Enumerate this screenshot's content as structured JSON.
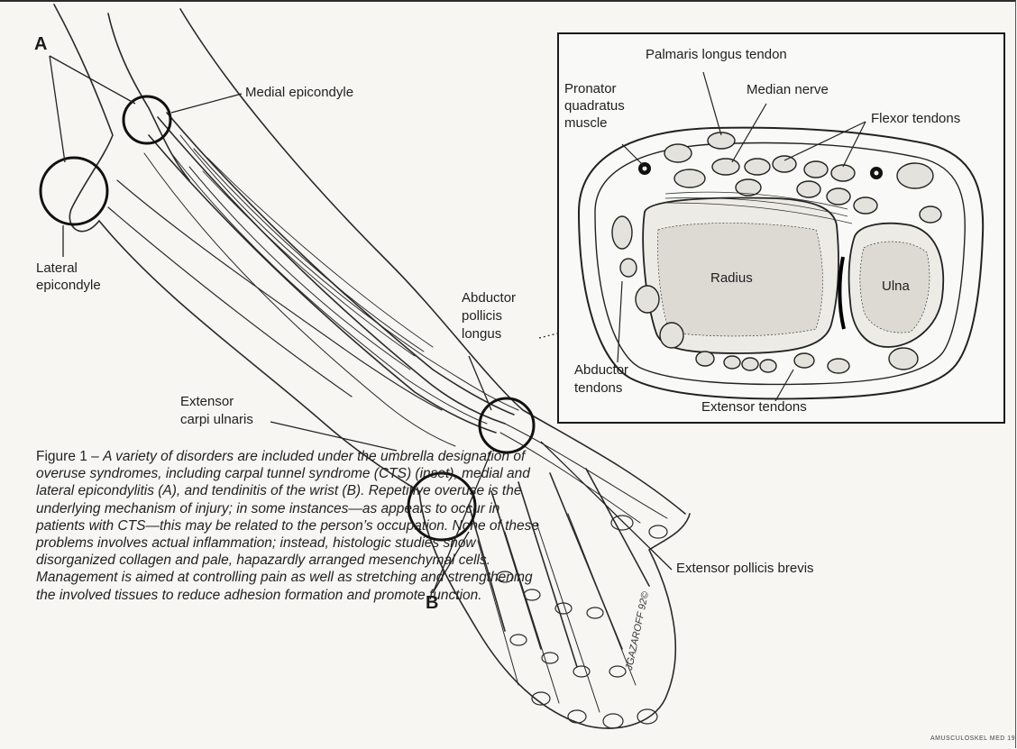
{
  "labels": {
    "a": "A",
    "b": "B",
    "medial_epicondyle": "Medial epicondyle",
    "lateral_epicondyle_1": "Lateral",
    "lateral_epicondyle_2": "epicondyle",
    "abductor_pollicis_1": "Abductor",
    "abductor_pollicis_2": "pollicis",
    "abductor_pollicis_3": "longus",
    "extensor_carpi_1": "Extensor",
    "extensor_carpi_2": "carpi ulnaris",
    "extensor_pollicis_brevis": "Extensor pollicis brevis"
  },
  "inset": {
    "palmaris": "Palmaris longus tendon",
    "pronator_1": "Pronator",
    "pronator_2": "quadratus",
    "pronator_3": "muscle",
    "median_nerve": "Median nerve",
    "flexor_tendons": "Flexor tendons",
    "radius": "Radius",
    "ulna": "Ulna",
    "abductor_tendons_1": "Abductor",
    "abductor_tendons_2": "tendons",
    "extensor_tendons": "Extensor tendons"
  },
  "caption": {
    "figure_label": "Figure 1 –",
    "text": "A variety of disorders are included under the umbrella designation of overuse syndromes, including carpal tunnel syndrome (CTS) (inset), medial and lateral epicondylitis (A), and tendinitis of the wrist (B). Repetitive overuse is the underlying mechanism of injury; in some instances—as appears to occur in patients with CTS—this may be related to the person’s occupation. None of these problems involves actual inflammation; instead, histologic studies show disorganized collagen and pale, hapazardly arranged mesenchymal cells. Management is aimed at controlling pain as well as stretching and strengthening the involved tissues to reduce adhesion formation and promote function."
  },
  "signature": "JGAZAROFF 92©",
  "corner_text": "AMUSCULOSKEL MED 19"
}
